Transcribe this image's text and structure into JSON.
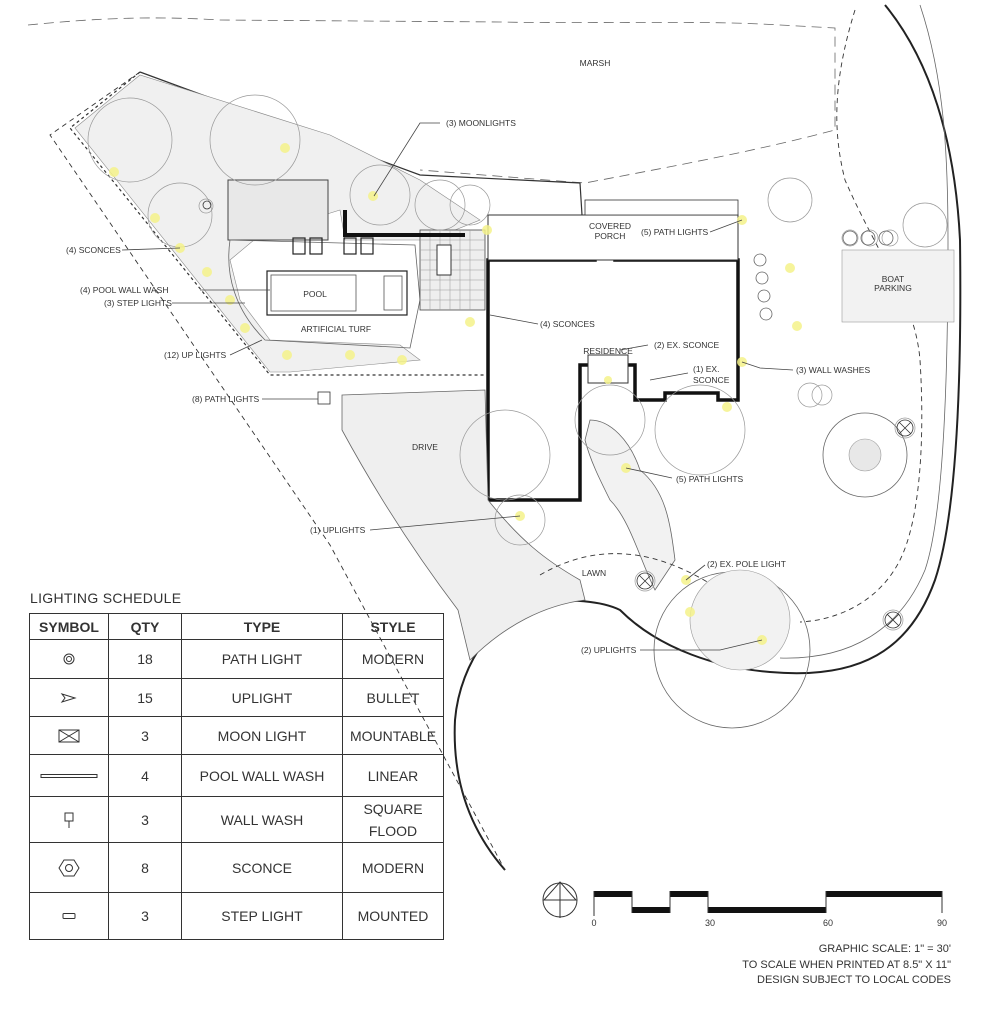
{
  "plan": {
    "area_labels": {
      "marsh": "MARSH",
      "covered_porch_line1": "COVERED",
      "covered_porch_line2": "PORCH",
      "boat_parking_line1": "BOAT",
      "boat_parking_line2": "PARKING",
      "pool": "POOL",
      "artificial_turf": "ARTIFICIAL TURF",
      "residence": "RESIDENCE",
      "drive": "DRIVE",
      "lawn": "LAWN"
    },
    "callouts": {
      "moonlights": "(3) MOONLIGHTS",
      "sconces_left": "(4) SCONCES",
      "pool_wall_wash": "(4) POOL WALL WASH",
      "step_lights": "(3) STEP LIGHTS",
      "up_lights": "(12) UP LIGHTS",
      "path_lights_left": "(8) PATH LIGHTS",
      "path_lights_top": "(5) PATH LIGHTS",
      "sconces_center": "(4) SCONCES",
      "ex_sconce_2": "(2) EX. SCONCE",
      "ex_sconce_1_line1": "(1) EX.",
      "ex_sconce_1_line2": "SCONCE",
      "wall_washes": "(3) WALL WASHES",
      "path_lights_center": "(5) PATH LIGHTS",
      "uplights_1": "(1) UPLIGHTS",
      "ex_pole_light": "(2) EX. POLE LIGHT",
      "uplights_2": "(2) UPLIGHTS"
    }
  },
  "schedule": {
    "title": "LIGHTING SCHEDULE",
    "headers": [
      "SYMBOL",
      "QTY",
      "TYPE",
      "STYLE"
    ],
    "rows": [
      {
        "symbol": "path-light-icon",
        "qty": "18",
        "type": "PATH LIGHT",
        "style": "MODERN",
        "style2": ""
      },
      {
        "symbol": "uplight-icon",
        "qty": "15",
        "type": "UPLIGHT",
        "style": "BULLET",
        "style2": ""
      },
      {
        "symbol": "moon-light-icon",
        "qty": "3",
        "type": "MOON LIGHT",
        "style": "MOUNTABLE",
        "style2": ""
      },
      {
        "symbol": "pool-wall-wash-icon",
        "qty": "4",
        "type": "POOL WALL WASH",
        "style": "LINEAR",
        "style2": ""
      },
      {
        "symbol": "wall-wash-icon",
        "qty": "3",
        "type": "WALL WASH",
        "style": "SQUARE",
        "style2": "FLOOD"
      },
      {
        "symbol": "sconce-icon",
        "qty": "8",
        "type": "SCONCE",
        "style": "MODERN",
        "style2": ""
      },
      {
        "symbol": "step-light-icon",
        "qty": "3",
        "type": "STEP LIGHT",
        "style": "MOUNTED",
        "style2": ""
      }
    ]
  },
  "scale": {
    "ticks": [
      "0",
      "30",
      "60",
      "90"
    ],
    "graphic_scale": "GRAPHIC SCALE: 1\" = 30'",
    "print_note": "TO SCALE WHEN PRINTED AT 8.5\" X 11\"",
    "code_note": "DESIGN SUBJECT TO LOCAL CODES"
  }
}
